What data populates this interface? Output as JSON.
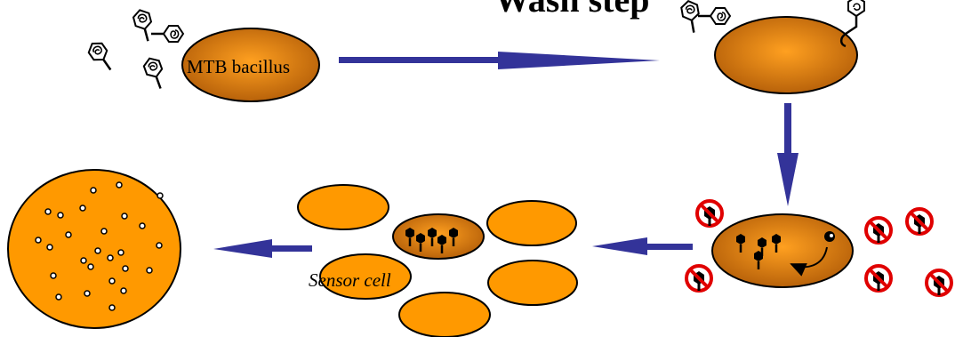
{
  "labels": {
    "bacillus": "MTB bacillus",
    "wash_step": "Wash step",
    "sensor_cell": "Sensor cell"
  },
  "colors": {
    "cell_orange": "#FF9900",
    "bacillus_brown": "#B8620A",
    "bacillus_highlight": "#FFA020",
    "arrow_blue": "#333399",
    "no_symbol_red": "#E00000",
    "outline": "#000000",
    "background": "#FFFFFF"
  },
  "icons": {
    "phage": "phage-icon",
    "blocked_phage": "no-phage-icon",
    "phage_progeny": "phage-progeny-icon",
    "infection_arrow": "curved-arrow-icon"
  }
}
